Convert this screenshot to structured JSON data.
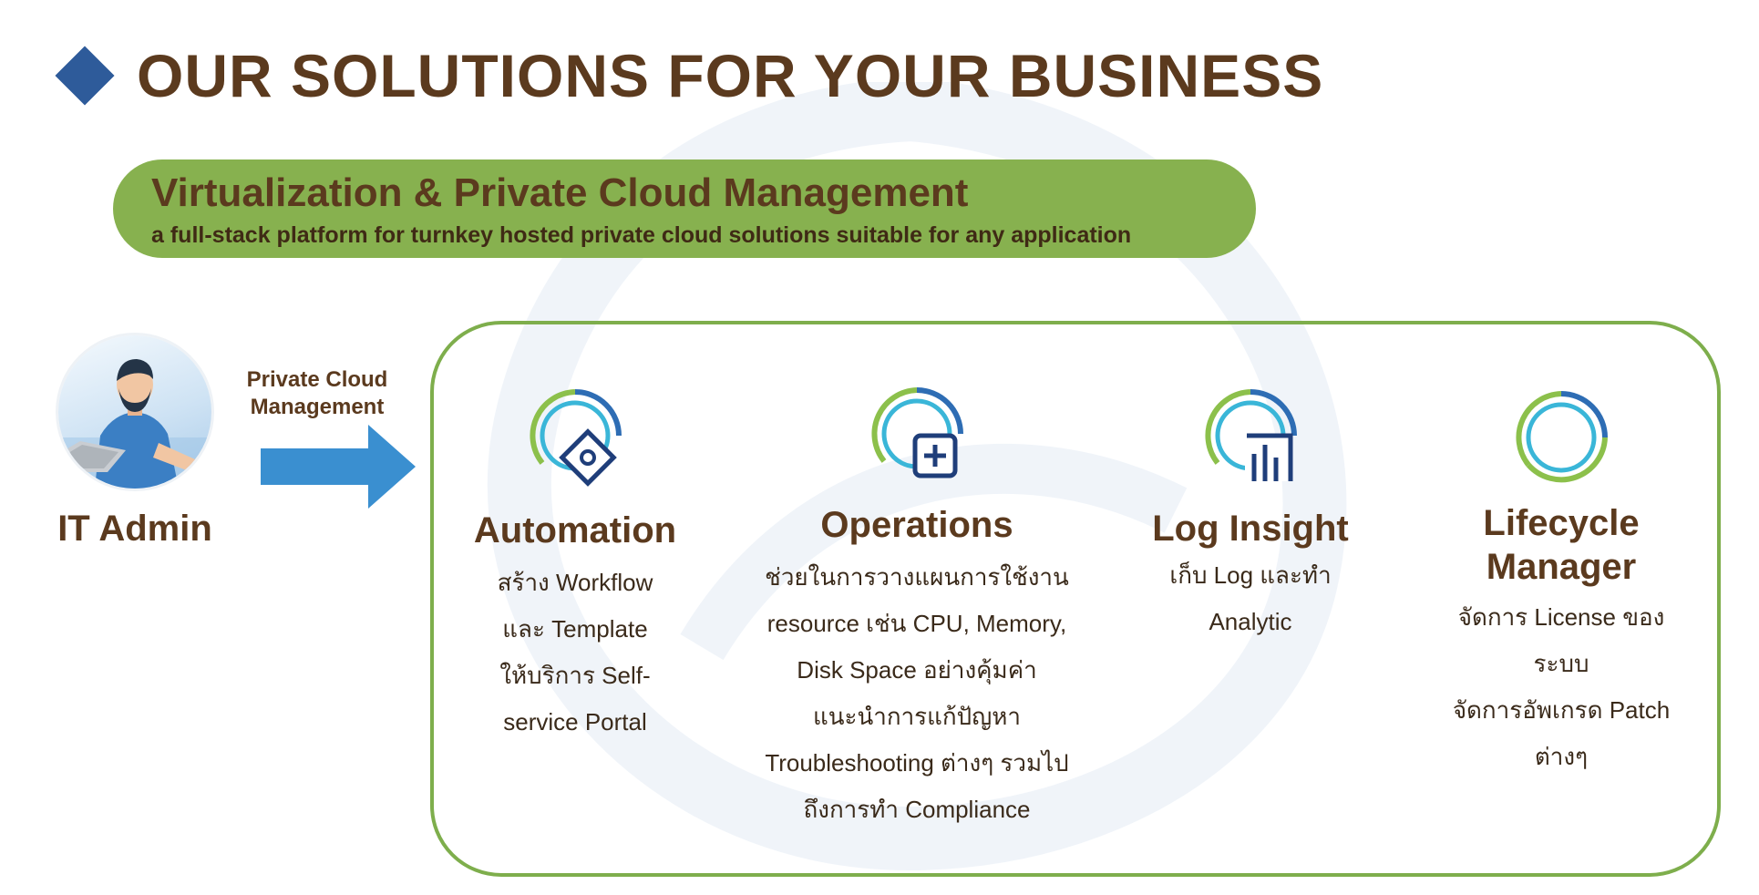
{
  "page": {
    "title": "OUR SOLUTIONS FOR YOUR BUSINESS"
  },
  "banner": {
    "title": "Virtualization & Private Cloud Management",
    "subtitle": "a full-stack platform for turnkey hosted private cloud solutions suitable for any application"
  },
  "user": {
    "role": "IT Admin"
  },
  "flow": {
    "label_line1": "Private Cloud",
    "label_line2": "Management"
  },
  "colors": {
    "title": "#5b3a1e",
    "banner": "#87b14f",
    "panel_border": "#7eae4c",
    "diamond": "#2e5b9a",
    "arrow": "#3a8fd0",
    "ring_green": "#8cc04b",
    "ring_cyan": "#3ab6d8",
    "ring_blue": "#2e6db4",
    "icon_navy": "#1f3e7a"
  },
  "modules": [
    {
      "title_lines": [
        "Automation"
      ],
      "icon": "gear-sync-icon",
      "lines": [
        "สร้าง Workflow",
        "และ Template",
        "ให้บริการ Self-",
        "service Portal"
      ]
    },
    {
      "title_lines": [
        "Operations"
      ],
      "icon": "plus-square-icon",
      "lines": [
        "ช่วยในการวางแผนการใช้งาน",
        "resource เช่น CPU, Memory,",
        "Disk Space อย่างคุ้มค่า",
        "แนะนำการแก้ปัญหา",
        "Troubleshooting ต่างๆ รวมไป",
        "ถึงการทำ Compliance"
      ]
    },
    {
      "title_lines": [
        "Log Insight"
      ],
      "icon": "bar-chart-icon",
      "lines": [
        "เก็บ Log และทำ",
        "Analytic"
      ]
    },
    {
      "title_lines": [
        "Lifecycle",
        "Manager"
      ],
      "icon": "ring-icon",
      "lines": [
        "จัดการ License ของ",
        "ระบบ",
        "จัดการอัพเกรด Patch",
        "ต่างๆ"
      ]
    }
  ]
}
